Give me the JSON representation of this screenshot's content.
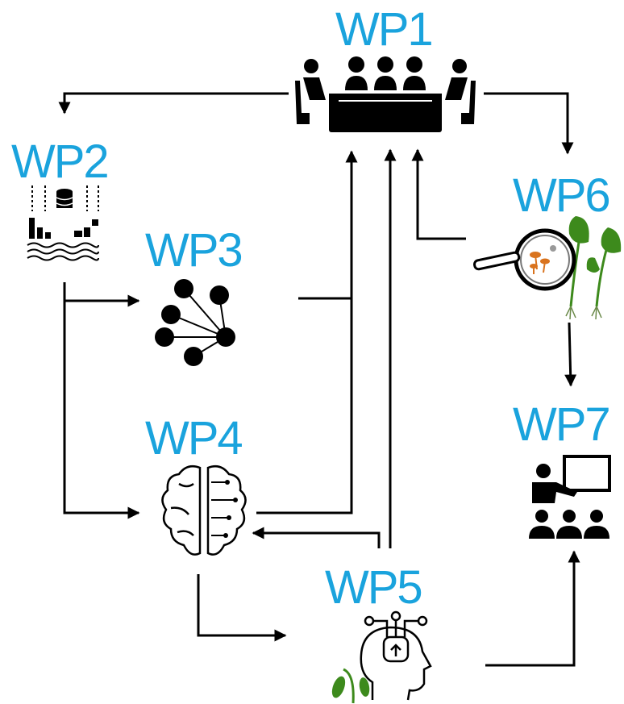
{
  "diagram": {
    "label_color": "#1aa3dd",
    "nodes": [
      {
        "id": "wp1",
        "label": "WP1",
        "icon": "meeting-table-icon"
      },
      {
        "id": "wp2",
        "label": "WP2",
        "icon": "data-chart-icon"
      },
      {
        "id": "wp3",
        "label": "WP3",
        "icon": "network-nodes-icon"
      },
      {
        "id": "wp4",
        "label": "WP4",
        "icon": "brain-circuit-icon"
      },
      {
        "id": "wp5",
        "label": "WP5",
        "icon": "head-circuit-seedling-icon"
      },
      {
        "id": "wp6",
        "label": "WP6",
        "icon": "magnifier-plants-icon"
      },
      {
        "id": "wp7",
        "label": "WP7",
        "icon": "presentation-audience-icon"
      }
    ],
    "edges": [
      {
        "from": "wp1",
        "to": "wp2"
      },
      {
        "from": "wp1",
        "to": "wp6"
      },
      {
        "from": "wp2",
        "to": "wp3"
      },
      {
        "from": "wp2",
        "to": "wp4"
      },
      {
        "from": "wp3",
        "to": "wp1"
      },
      {
        "from": "wp4",
        "to": "wp1"
      },
      {
        "from": "wp4",
        "to": "wp5"
      },
      {
        "from": "wp5",
        "to": "wp1"
      },
      {
        "from": "wp5",
        "to": "wp4"
      },
      {
        "from": "wp5",
        "to": "wp7"
      },
      {
        "from": "wp6",
        "to": "wp1"
      },
      {
        "from": "wp6",
        "to": "wp7"
      }
    ]
  }
}
